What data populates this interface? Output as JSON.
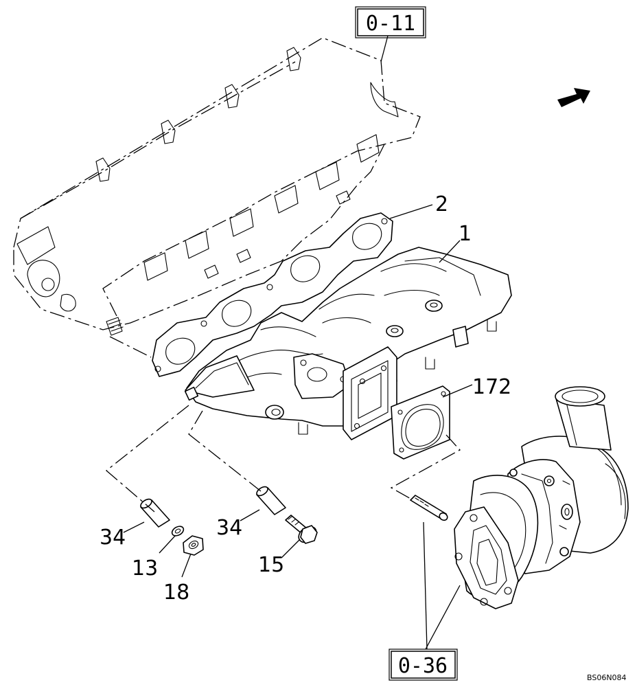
{
  "references": {
    "cylinder_head": "0-11",
    "turbocharger": "0-36"
  },
  "callouts": {
    "manifold": "1",
    "gasket_manifold": "2",
    "gasket_turbo": "172",
    "dowel_left": "34",
    "dowel_right": "34",
    "washer": "13",
    "bolt": "15",
    "nut": "18"
  },
  "drawing_code": "BS06N084",
  "icons": {
    "direction": "front-arrow-icon"
  }
}
